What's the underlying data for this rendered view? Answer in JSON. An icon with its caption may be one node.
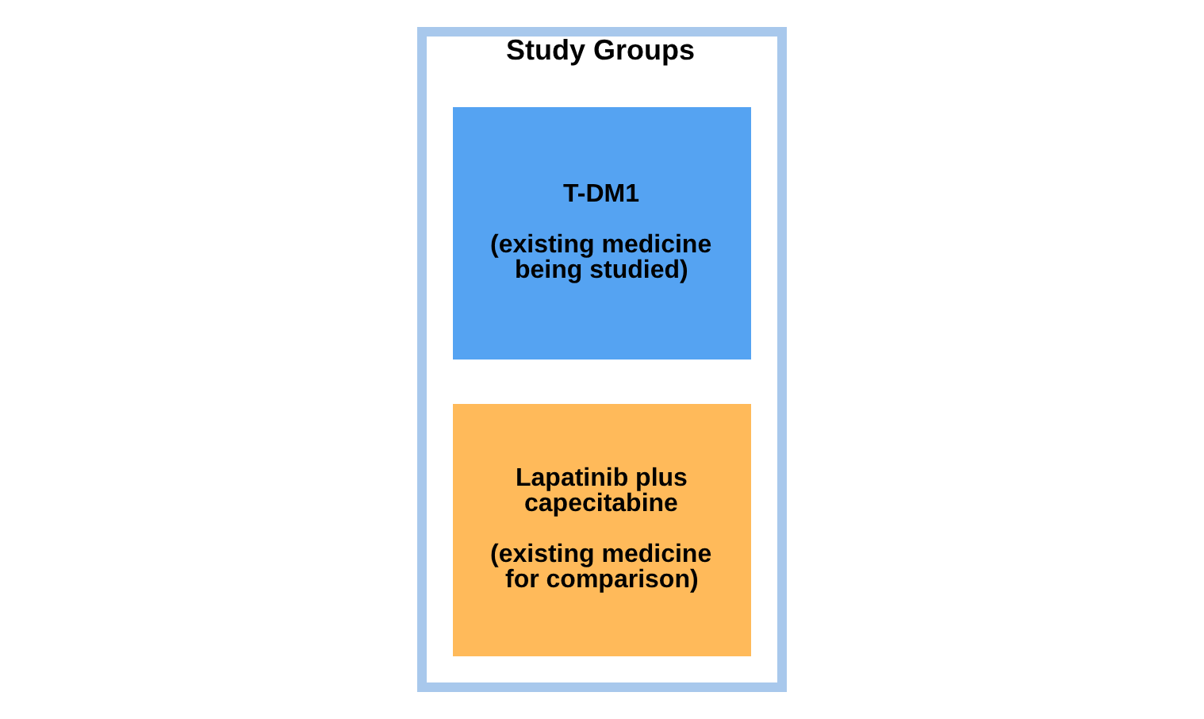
{
  "diagram": {
    "nodes": [
      {
        "text": [
          "Study Groups"
        ]
      },
      {
        "text": [
          "T-DM1",
          "(existing medicine being studied)"
        ],
        "in": 0
      },
      {
        "text": [
          "Lapatinib plus capecitabine",
          "(existing medicine for comparison)"
        ],
        "in": 0
      }
    ]
  }
}
